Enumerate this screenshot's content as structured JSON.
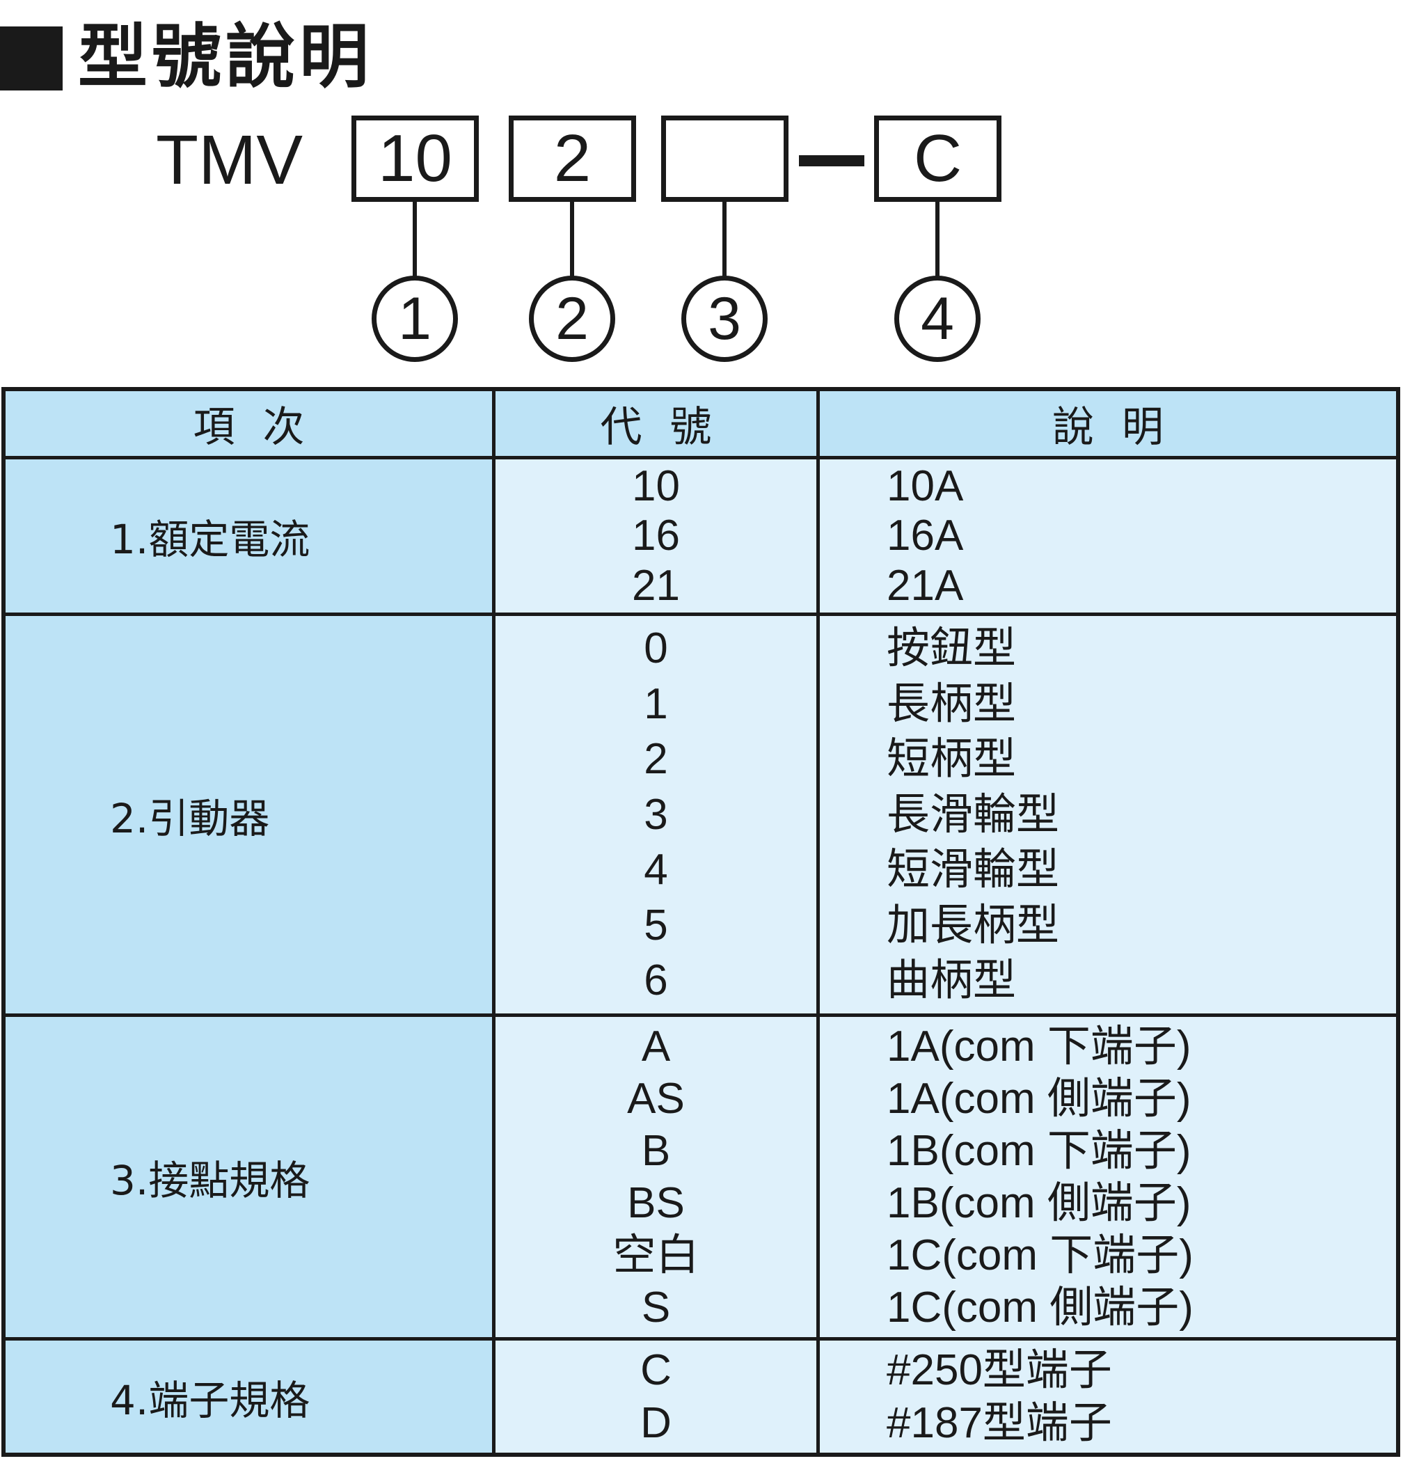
{
  "heading": {
    "title": "型號說明"
  },
  "model": {
    "prefix": "TMV",
    "boxes": [
      "10",
      "2",
      "",
      "C"
    ],
    "markers": [
      "1",
      "2",
      "3",
      "4"
    ]
  },
  "table": {
    "headers": [
      "項次",
      "代號",
      "說明"
    ],
    "rows": [
      {
        "item": "1.額定電流",
        "codes": [
          "10",
          "16",
          "21"
        ],
        "descs": [
          "10A",
          "16A",
          "21A"
        ]
      },
      {
        "item": "2.引動器",
        "codes": [
          "0",
          "1",
          "2",
          "3",
          "4",
          "5",
          "6"
        ],
        "descs": [
          "按鈕型",
          "長柄型",
          "短柄型",
          "長滑輪型",
          "短滑輪型",
          "加長柄型",
          "曲柄型"
        ]
      },
      {
        "item": "3.接點規格",
        "codes": [
          "A",
          "AS",
          "B",
          "BS",
          "空白",
          "S"
        ],
        "descs": [
          "1A(com 下端子)",
          "1A(com 側端子)",
          "1B(com 下端子)",
          "1B(com 側端子)",
          "1C(com 下端子)",
          "1C(com 側端子)"
        ]
      },
      {
        "item": "4.端子規格",
        "codes": [
          "C",
          "D"
        ],
        "descs": [
          "#250型端子",
          "#187型端子"
        ]
      }
    ]
  }
}
